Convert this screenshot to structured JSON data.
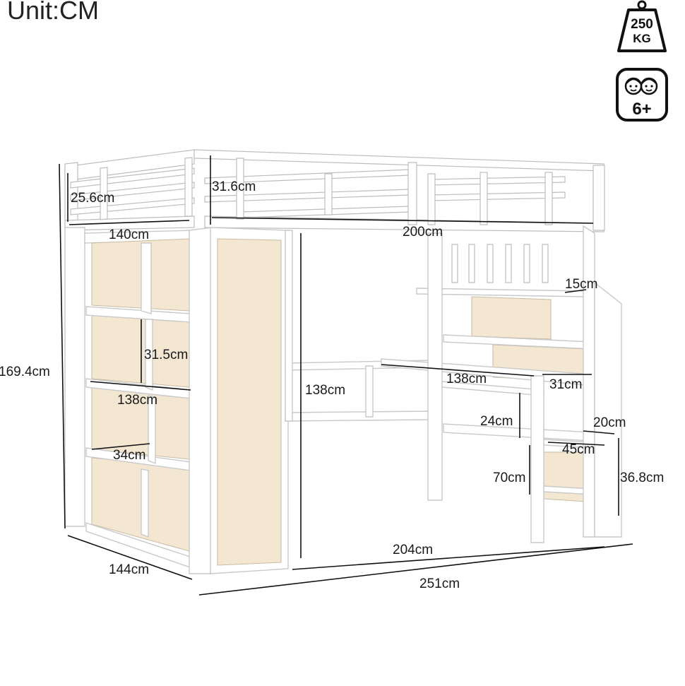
{
  "unit_label": "Unit:CM",
  "badges": {
    "weight": {
      "line1": "250",
      "line2": "KG",
      "icon": "weight-icon"
    },
    "age": {
      "text": "6+",
      "icon": "kids-faces-icon"
    }
  },
  "dimensions": {
    "guard_left_height": "25.6cm",
    "guard_right_height": "31.6cm",
    "top_depth": "140cm",
    "top_length": "200cm",
    "total_height": "169.4cm",
    "shelf_height": "31.5cm",
    "shelf_width": "138cm",
    "shelf_depth": "34cm",
    "under_bed_height": "138cm",
    "desk_length": "138cm",
    "desk_depth": "31cm",
    "upper_shelf_depth": "15cm",
    "desk_shelf_gap": "24cm",
    "stair_step_depth": "20cm",
    "stair_width": "45cm",
    "desk_height": "70cm",
    "stair_step_height": "36.8cm",
    "bottom_depth": "144cm",
    "inner_length": "204cm",
    "overall_length": "251cm"
  }
}
